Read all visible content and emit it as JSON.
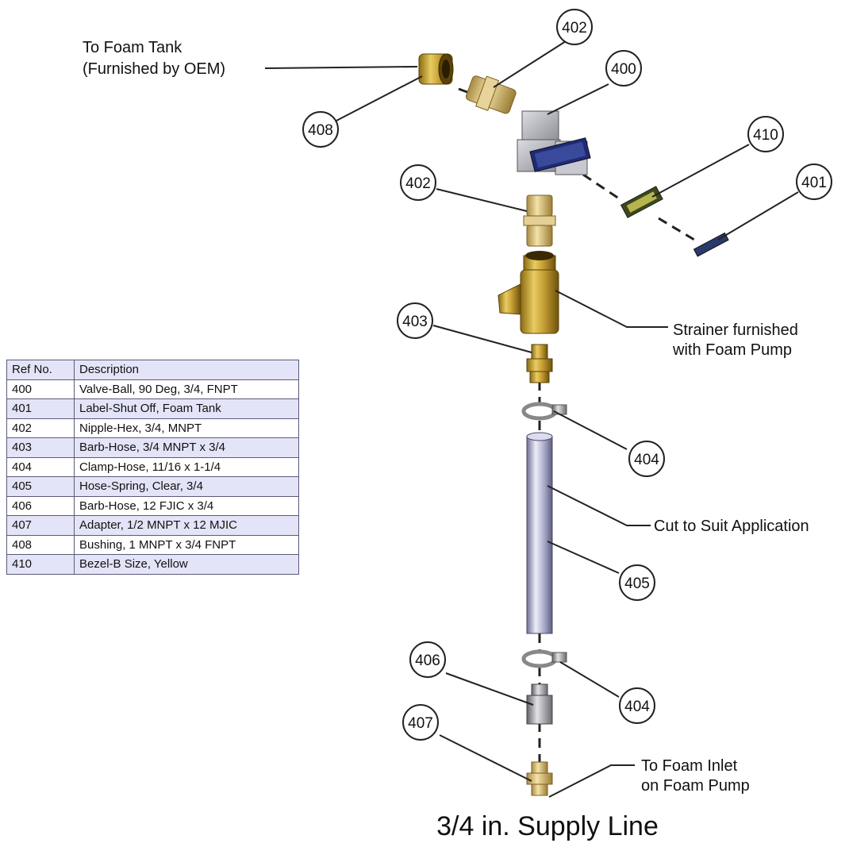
{
  "caption": "3/4 in. Supply Line",
  "labels": {
    "foam_tank_1": "To Foam Tank",
    "foam_tank_2": "(Furnished by OEM)",
    "strainer_1": "Strainer furnished",
    "strainer_2": "with Foam Pump",
    "cut_to_suit": "Cut to Suit Application",
    "foam_inlet_1": "To Foam Inlet",
    "foam_inlet_2": "on Foam Pump"
  },
  "bubbles": {
    "b402_top": "402",
    "b400": "400",
    "b408": "408",
    "b410": "410",
    "b402_mid": "402",
    "b401": "401",
    "b403": "403",
    "b404_top": "404",
    "b405": "405",
    "b406": "406",
    "b404_bottom": "404",
    "b407": "407"
  },
  "table": {
    "headers": [
      "Ref No.",
      "Description"
    ],
    "rows": [
      [
        "400",
        "Valve-Ball, 90 Deg, 3/4, FNPT"
      ],
      [
        "401",
        "Label-Shut Off, Foam Tank"
      ],
      [
        "402",
        "Nipple-Hex, 3/4, MNPT"
      ],
      [
        "403",
        "Barb-Hose, 3/4 MNPT x 3/4"
      ],
      [
        "404",
        "Clamp-Hose, 11/16 x 1-1/4"
      ],
      [
        "405",
        "Hose-Spring, Clear, 3/4"
      ],
      [
        "406",
        "Barb-Hose, 12 FJIC x 3/4"
      ],
      [
        "407",
        "Adapter, 1/2 MNPT x 12 MJIC"
      ],
      [
        "408",
        "Bushing, 1 MNPT x 3/4 FNPT"
      ],
      [
        "410",
        "Bezel-B Size, Yellow"
      ]
    ]
  }
}
